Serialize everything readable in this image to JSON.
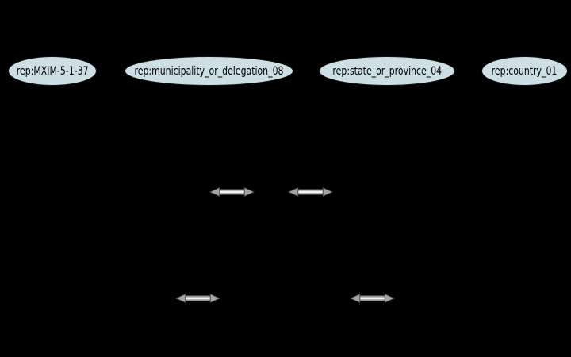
{
  "canvas": {
    "background_color": "#000000"
  },
  "diagram": {
    "type": "node-graph",
    "node_style": {
      "shape": "ellipse",
      "fill_color": "#cddee4",
      "border_color": "#0e1516",
      "text_color": "#000000"
    },
    "nodes": [
      {
        "label": "rep:MXIM-5-1-37"
      },
      {
        "label": "rep:municipality_or_delegation_08"
      },
      {
        "label": "rep:state_or_province_04"
      },
      {
        "label": "rep:country_01"
      }
    ],
    "connectors": [
      {
        "kind": "double-headed-arrow",
        "orientation": "horizontal",
        "row": 1,
        "color": "#a5a5a8"
      },
      {
        "kind": "double-headed-arrow",
        "orientation": "horizontal",
        "row": 1,
        "color": "#a5a5a8"
      },
      {
        "kind": "double-headed-arrow",
        "orientation": "horizontal",
        "row": 2,
        "color": "#a5a5a8"
      },
      {
        "kind": "double-headed-arrow",
        "orientation": "horizontal",
        "row": 2,
        "color": "#a5a5a8"
      }
    ]
  }
}
